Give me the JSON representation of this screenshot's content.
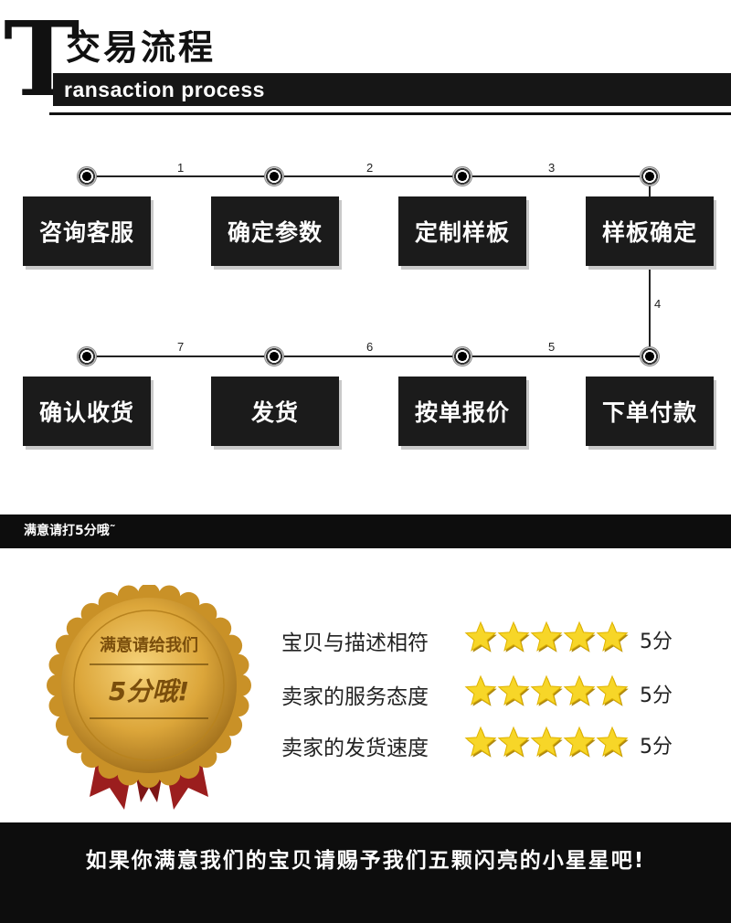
{
  "header": {
    "logo_letter": "T",
    "title": "交易流程",
    "subtitle": "ransaction process"
  },
  "flow": {
    "steps_top": [
      "咨询客服",
      "确定参数",
      "定制样板",
      "样板确定"
    ],
    "steps_bottom": [
      "确认收货",
      "发货",
      "按单报价",
      "下单付款"
    ],
    "numbers_top": [
      "1",
      "2",
      "3"
    ],
    "connector_right": "4",
    "numbers_bottom": [
      "7",
      "6",
      "5"
    ]
  },
  "rating": {
    "bar_text": "满意请打5分哦˜",
    "seal_line1": "满意请给我们",
    "seal_line2": "5分哦!",
    "rows": [
      {
        "label": "宝贝与描述相符",
        "stars": 5,
        "score": "5分"
      },
      {
        "label": "卖家的服务态度",
        "stars": 5,
        "score": "5分"
      },
      {
        "label": "卖家的发货速度",
        "stars": 5,
        "score": "5分"
      }
    ]
  },
  "banner": {
    "text": "如果你满意我们的宝贝请赐予我们五颗闪亮的小星星吧!"
  },
  "colors": {
    "dark": "#161616",
    "gold": "#d9a431",
    "star": "#f7d628",
    "ribbon": "#9b1e1e"
  }
}
